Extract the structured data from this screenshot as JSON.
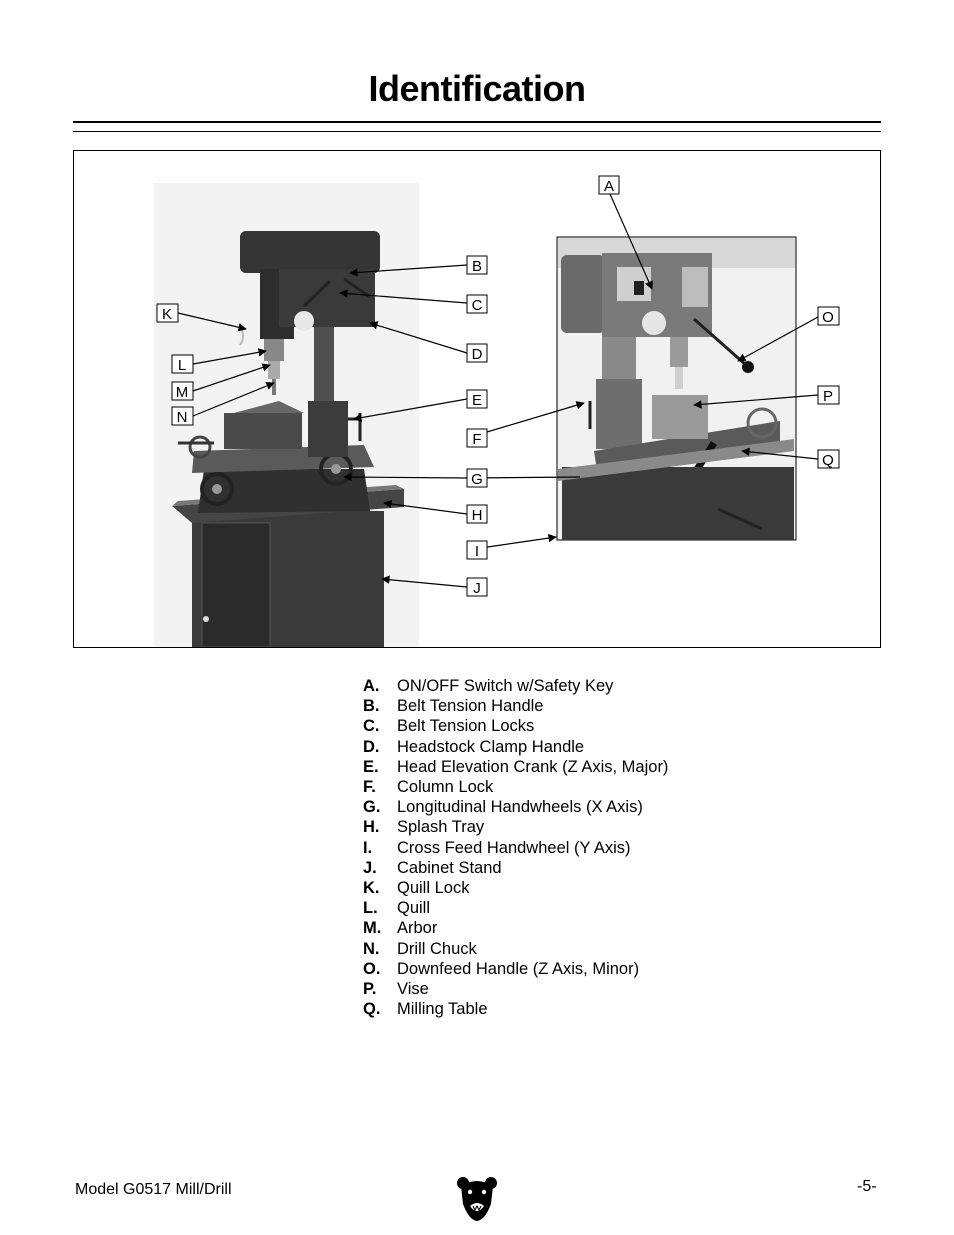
{
  "page": {
    "title": "Identification",
    "footer_model": "Model G0517 Mill/Drill",
    "footer_page": "-5-",
    "logo_icon": "grizzly-bear-logo"
  },
  "callouts": {
    "a": "A",
    "b": "B",
    "c": "C",
    "d": "D",
    "e": "E",
    "f": "F",
    "g": "G",
    "h": "H",
    "i": "I",
    "j": "J",
    "k": "K",
    "l": "L",
    "m": "M",
    "n": "N",
    "o": "O",
    "p": "P",
    "q": "Q"
  },
  "legend": [
    {
      "letter": "A.",
      "text": "ON/OFF Switch w/Safety Key"
    },
    {
      "letter": "B.",
      "text": "Belt Tension Handle"
    },
    {
      "letter": "C.",
      "text": "Belt Tension Locks"
    },
    {
      "letter": "D.",
      "text": "Headstock Clamp Handle"
    },
    {
      "letter": "E.",
      "text": "Head Elevation Crank (Z Axis, Major)"
    },
    {
      "letter": "F.",
      "text": "Column Lock"
    },
    {
      "letter": "G.",
      "text": "Longitudinal Handwheels (X Axis)"
    },
    {
      "letter": "H.",
      "text": "Splash Tray"
    },
    {
      "letter": "I.",
      "text": "Cross Feed Handwheel (Y Axis)"
    },
    {
      "letter": "J.",
      "text": "Cabinet Stand"
    },
    {
      "letter": "K.",
      "text": "Quill Lock"
    },
    {
      "letter": "L.",
      "text": "Quill"
    },
    {
      "letter": "M.",
      "text": "Arbor"
    },
    {
      "letter": "N.",
      "text": "Drill Chuck"
    },
    {
      "letter": "O.",
      "text": "Downfeed Handle (Z Axis, Minor)"
    },
    {
      "letter": "P.",
      "text": "Vise"
    },
    {
      "letter": "Q.",
      "text": "Milling Table"
    }
  ]
}
